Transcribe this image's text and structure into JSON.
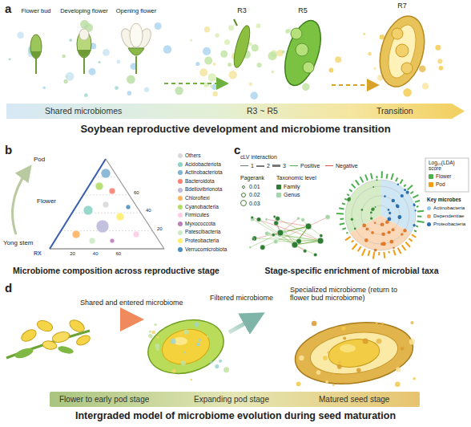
{
  "diagram": {
    "nodes": [
      {
        "text": [
          "Shared microbiomes",
          "R3 ~ R5",
          "Transition"
        ]
      },
      {
        "text": [
          "Flower to early pod stage",
          "Expanding pod stage",
          "Matured seed stage"
        ]
      }
    ],
    "labels": [
      "a",
      "Flower bud",
      "Developing flower",
      "Opening flower",
      "R3",
      "R5",
      "R7",
      "Soybean reproductive development and microbiome transition",
      "b",
      "Pod",
      "Flower",
      "Yong stem",
      "RX",
      "20",
      "40",
      "60",
      "20",
      "40",
      "60",
      "Microbiome composition across reproductive stage",
      "c",
      "cLV interaction",
      "Pagerank",
      "Taxonomic level",
      "Log₁₀(LDA) score",
      "Key microbes",
      "Stage-specific enrichment of microbial taxa",
      "d",
      "Shared and entered microbiome",
      "Filtered microbiome",
      "Specialized microbiome (return to flower bud microbiome)",
      "Intergraded model of microbiome evolution during seed maturation"
    ],
    "legend": [
      {
        "text": "Others",
        "color": "#d9d9d9"
      },
      {
        "text": "Acidobacteriota",
        "color": "#8dd3c7"
      },
      {
        "text": "Actinobacteriota",
        "color": "#80b1d3"
      },
      {
        "text": "Bacteroidota",
        "color": "#fb8072"
      },
      {
        "text": "Bdellovibrionota",
        "color": "#bebada"
      },
      {
        "text": "Chloroflexi",
        "color": "#fdb462"
      },
      {
        "text": "Cyanobacteria",
        "color": "#b3de69"
      },
      {
        "text": "Firmicutes",
        "color": "#fccde5"
      },
      {
        "text": "Myxococcota",
        "color": "#bc80bd"
      },
      {
        "text": "Patescibacteria",
        "color": "#ccebc5"
      },
      {
        "text": "Proteobacteria",
        "color": "#ffed6f"
      },
      {
        "text": "Verrucomicrobiota",
        "color": "#4a90c2"
      },
      {
        "text": "1"
      },
      {
        "text": "2"
      },
      {
        "text": "3"
      },
      {
        "text": "Positive"
      },
      {
        "text": "Negative"
      },
      {
        "text": "0.01"
      },
      {
        "text": "0.02"
      },
      {
        "text": "0.03"
      },
      {
        "text": "Family",
        "color": "#2e7d32"
      },
      {
        "text": "Genus",
        "color": "#a5d6a7"
      },
      {
        "text": "Flower",
        "color": "#4caf50"
      },
      {
        "text": "Pod",
        "color": "#f39c12"
      },
      {
        "text": "Actinobacteria",
        "color": "#8ecae6"
      },
      {
        "text": "Dependentiae",
        "color": "#f4a261"
      },
      {
        "text": "Proteobacteria",
        "color": "#2a6fb0"
      }
    ]
  }
}
